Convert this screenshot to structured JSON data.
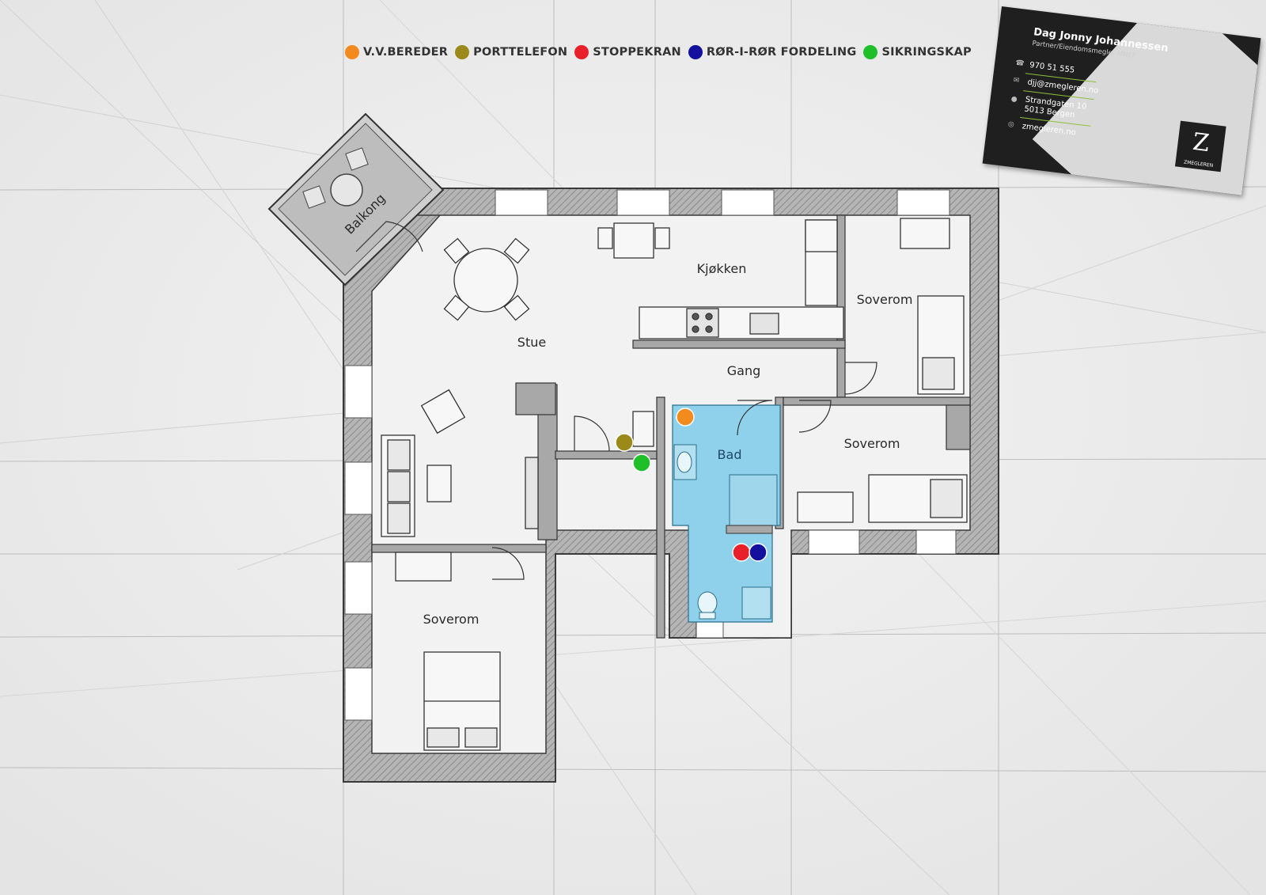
{
  "legend": [
    {
      "label": "V.V.BEREDER",
      "color": "#f28a1e"
    },
    {
      "label": "PORTTELEFON",
      "color": "#9b8a1a"
    },
    {
      "label": "STOPPEKRAN",
      "color": "#e8202a"
    },
    {
      "label": "RØR-I-RØR FORDELING",
      "color": "#12109c"
    },
    {
      "label": "SIKRINGSKAP",
      "color": "#1fbf2a"
    }
  ],
  "rooms": {
    "balkong": "Balkong",
    "stue": "Stue",
    "kjokken": "Kjøkken",
    "gang": "Gang",
    "bad": "Bad",
    "soverom_1": "Soverom",
    "soverom_2": "Soverom",
    "soverom_3": "Soverom"
  },
  "colors": {
    "bathroom": "#8fd0ea",
    "wall": "#9a9a9a",
    "floor": "#f2f2f2",
    "line": "#3a3a3a"
  },
  "business_card": {
    "name": "Dag Jonny Johannessen",
    "title": "Partner/Eiendomsmegler MNEF",
    "phone": "970 51 555",
    "email": "djj@zmegleren.no",
    "address_line1": "Strandgaten 10",
    "address_line2": "5013 Bergen",
    "website": "zmegleren.no",
    "logo_text": "ZMEGLEREN"
  }
}
